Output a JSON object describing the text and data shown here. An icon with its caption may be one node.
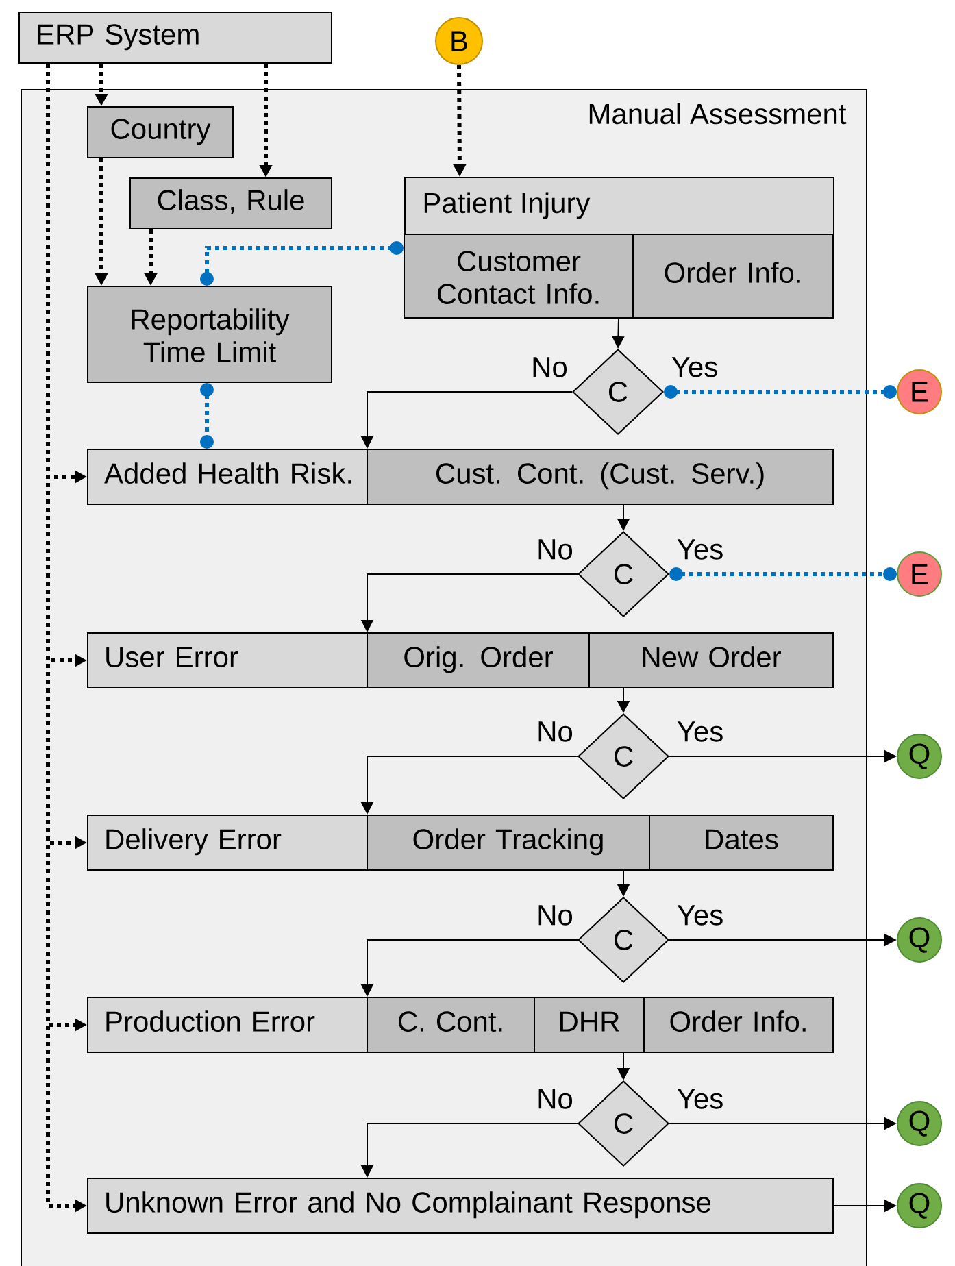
{
  "diagram": {
    "nodes": [
      {
        "text": [
          "ERP System"
        ]
      },
      {
        "text": [
          "Manual Assessment"
        ]
      },
      {
        "text": [
          "B"
        ]
      },
      {
        "text": [
          "Country"
        ],
        "in": 1
      },
      {
        "text": [
          "Class, Rule"
        ],
        "in": 1
      },
      {
        "text": [
          "Reportability Time Limit"
        ],
        "in": 1
      },
      {
        "text": [
          "Patient Injury"
        ],
        "in": 1
      },
      {
        "text": [
          "Customer Contact Info."
        ],
        "in": 6
      },
      {
        "text": [
          "Order Info."
        ],
        "in": 6
      },
      {
        "text": [
          "Added Health Risk."
        ],
        "in": 1
      },
      {
        "text": [
          "Cust. Cont. (Cust. Serv.)"
        ],
        "in": 1
      },
      {
        "text": [
          "C"
        ],
        "in": 1
      },
      {
        "text": [
          "E"
        ]
      },
      {
        "text": [
          "C"
        ],
        "in": 1
      },
      {
        "text": [
          "E"
        ]
      },
      {
        "text": [
          "User Error"
        ],
        "in": 1
      },
      {
        "text": [
          "Orig. Order"
        ],
        "in": 1
      },
      {
        "text": [
          "New Order"
        ],
        "in": 1
      },
      {
        "text": [
          "C"
        ],
        "in": 1
      },
      {
        "text": [
          "Q"
        ]
      },
      {
        "text": [
          "Delivery Error"
        ],
        "in": 1
      },
      {
        "text": [
          "Order Tracking"
        ],
        "in": 1
      },
      {
        "text": [
          "Dates"
        ],
        "in": 1
      },
      {
        "text": [
          "C"
        ],
        "in": 1
      },
      {
        "text": [
          "Q"
        ]
      },
      {
        "text": [
          "Production Error"
        ],
        "in": 1
      },
      {
        "text": [
          "C. Cont."
        ],
        "in": 1
      },
      {
        "text": [
          "DHR"
        ],
        "in": 1
      },
      {
        "text": [
          "Order Info."
        ],
        "in": 1
      },
      {
        "text": [
          "C"
        ],
        "in": 1
      },
      {
        "text": [
          "Q"
        ]
      },
      {
        "text": [
          "Unknown Error and No Complainant Response"
        ],
        "in": 1
      },
      {
        "text": [
          "Q"
        ]
      }
    ],
    "edges": [
      {
        "from": 0,
        "to": 3,
        "arrow": "to",
        "style": "dashed"
      },
      {
        "from": 0,
        "to": 4,
        "arrow": "to",
        "style": "dashed"
      },
      {
        "from": 3,
        "to": 5,
        "arrow": "to",
        "style": "dashed"
      },
      {
        "from": 4,
        "to": 5,
        "arrow": "to",
        "style": "dashed"
      },
      {
        "from": 2,
        "to": 6,
        "arrow": "to",
        "style": "dashed"
      },
      {
        "from": 7,
        "to": 5,
        "arrow": "other",
        "style": "dashed",
        "color": "#0070c0"
      },
      {
        "from": 5,
        "to": 9,
        "arrow": "other",
        "style": "dashed",
        "color": "#0070c0"
      },
      {
        "from": 0,
        "to": 9,
        "arrow": "to",
        "style": "dashed"
      },
      {
        "from": 0,
        "to": 15,
        "arrow": "to",
        "style": "dashed"
      },
      {
        "from": 0,
        "to": 20,
        "arrow": "to",
        "style": "dashed"
      },
      {
        "from": 0,
        "to": 25,
        "arrow": "to",
        "style": "dashed"
      },
      {
        "from": 0,
        "to": 31,
        "arrow": "to",
        "style": "dashed"
      },
      {
        "from": 6,
        "to": 11,
        "arrow": "to"
      },
      {
        "from": 11,
        "to": 12,
        "arrow": "other",
        "label": "Yes",
        "style": "dashed",
        "color": "#0070c0"
      },
      {
        "from": 11,
        "to": 9,
        "arrow": "to",
        "label": "No"
      },
      {
        "from": 10,
        "to": 13,
        "arrow": "to"
      },
      {
        "from": 13,
        "to": 14,
        "arrow": "other",
        "label": "Yes",
        "style": "dashed",
        "color": "#0070c0"
      },
      {
        "from": 13,
        "to": 15,
        "arrow": "to",
        "label": "No"
      },
      {
        "from": 17,
        "to": 18,
        "arrow": "to"
      },
      {
        "from": 18,
        "to": 19,
        "arrow": "to",
        "label": "Yes"
      },
      {
        "from": 18,
        "to": 20,
        "arrow": "to",
        "label": "No"
      },
      {
        "from": 21,
        "to": 23,
        "arrow": "to"
      },
      {
        "from": 23,
        "to": 24,
        "arrow": "to",
        "label": "Yes"
      },
      {
        "from": 23,
        "to": 25,
        "arrow": "to",
        "label": "No"
      },
      {
        "from": 27,
        "to": 29,
        "arrow": "to"
      },
      {
        "from": 29,
        "to": 30,
        "arrow": "to",
        "label": "Yes"
      },
      {
        "from": 29,
        "to": 31,
        "arrow": "to",
        "label": "No"
      },
      {
        "from": 31,
        "to": 32,
        "arrow": "to"
      }
    ]
  }
}
